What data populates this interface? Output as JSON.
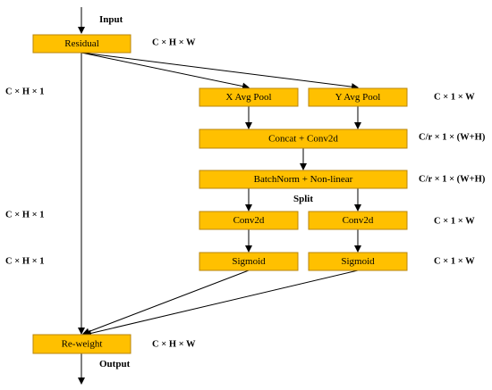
{
  "io": {
    "input": "Input",
    "output": "Output",
    "split": "Split"
  },
  "blocks": {
    "residual": "Residual",
    "x_avg_pool": "X Avg Pool",
    "y_avg_pool": "Y Avg Pool",
    "concat_conv": "Concat + Conv2d",
    "batchnorm": "BatchNorm + Non-linear",
    "conv_left": "Conv2d",
    "conv_right": "Conv2d",
    "sigmoid_left": "Sigmoid",
    "sigmoid_right": "Sigmoid",
    "reweight": "Re-weight"
  },
  "dims": {
    "residual": "C × H × W",
    "left_pool": "C × H × 1",
    "right_pool": "C × 1 × W",
    "concat": "C/r × 1 × (W+H)",
    "batchnorm": "C/r × 1 × (W+H)",
    "left_conv": "C × H × 1",
    "right_conv": "C × 1 × W",
    "left_sigmoid": "C × H × 1",
    "right_sigmoid": "C × 1 × W",
    "reweight": "C × H × W"
  },
  "colors": {
    "block_fill": "#ffc000",
    "block_stroke": "#b8860b",
    "line": "#000000"
  }
}
